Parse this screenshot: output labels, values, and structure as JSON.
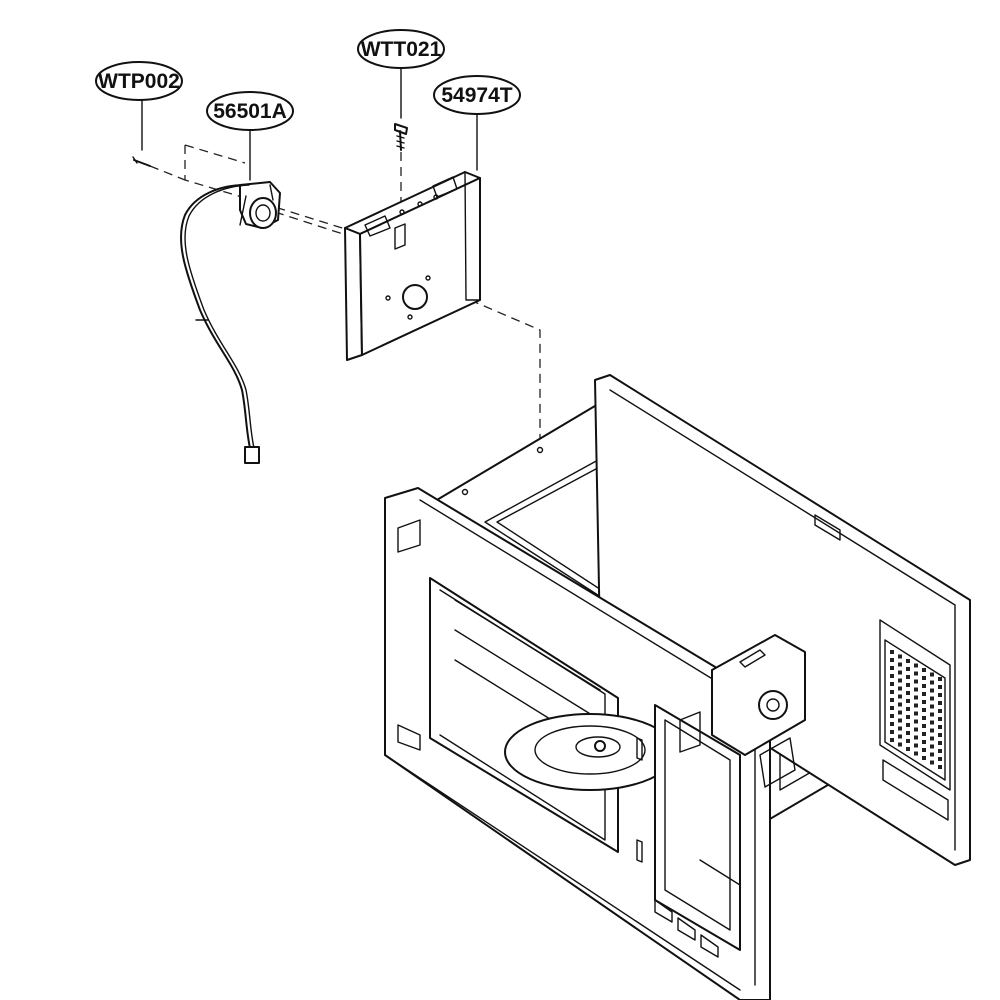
{
  "callouts": [
    {
      "id": "wtp002",
      "label": "WTP002"
    },
    {
      "id": "56501a",
      "label": "56501A"
    },
    {
      "id": "wtt021",
      "label": "WTT021"
    },
    {
      "id": "54974t",
      "label": "54974T"
    }
  ]
}
